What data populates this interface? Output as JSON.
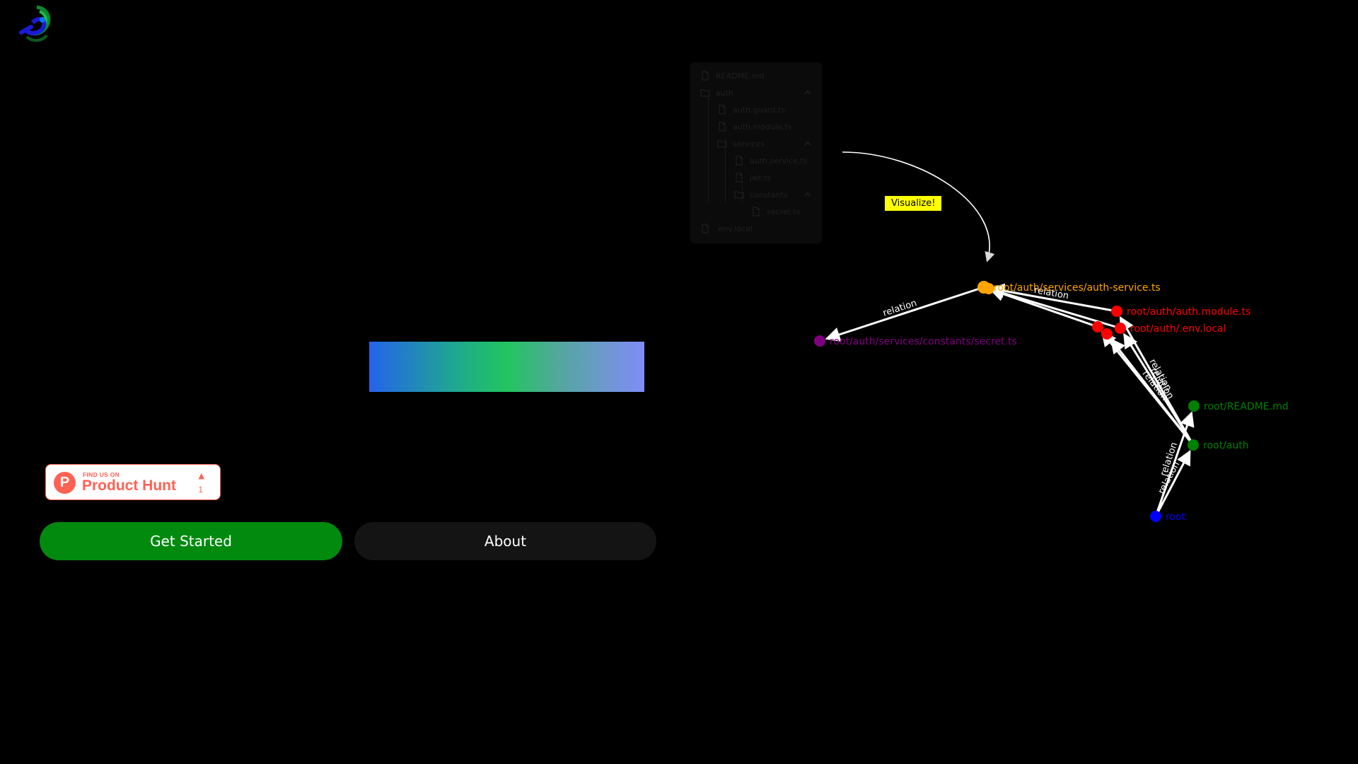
{
  "header": {
    "logo_icon": "swirl-logo-icon"
  },
  "hero": {
    "gradient_colors": [
      "#2563eb",
      "#22c55e",
      "#818cf8"
    ]
  },
  "product_hunt": {
    "find_label": "FIND US ON",
    "name": "Product Hunt",
    "letter": "P",
    "upvote_icon": "triangle-up-icon",
    "upvotes": "1",
    "accent_color": "#ff6154"
  },
  "actions": {
    "get_started_label": "Get Started",
    "about_label": "About",
    "primary_color": "#028a0f",
    "secondary_color": "#141414"
  },
  "file_tree": {
    "items": [
      {
        "label": "README.md",
        "type": "file",
        "depth": 0
      },
      {
        "label": "auth",
        "type": "folder",
        "depth": 0,
        "expanded": true
      },
      {
        "label": "auth.guard.ts",
        "type": "file",
        "depth": 1
      },
      {
        "label": "auth.module.ts",
        "type": "file",
        "depth": 1
      },
      {
        "label": "services",
        "type": "folder",
        "depth": 1,
        "expanded": true
      },
      {
        "label": "auth.service.ts",
        "type": "file",
        "depth": 2
      },
      {
        "label": "jwt.ts",
        "type": "file",
        "depth": 2
      },
      {
        "label": "constants",
        "type": "folder",
        "depth": 2,
        "expanded": true
      },
      {
        "label": "secret.ts",
        "type": "file",
        "depth": 3
      },
      {
        "label": ".env.local",
        "type": "file",
        "depth": 0
      }
    ]
  },
  "graph": {
    "cta_label": "Visualize!",
    "cta_color": "#ffff00",
    "edge_label": "relation",
    "nodes": [
      {
        "id": "root",
        "label": "root",
        "color": "#0000ff"
      },
      {
        "id": "auth",
        "label": "root/auth",
        "color": "#008000"
      },
      {
        "id": "readme",
        "label": "root/README.md",
        "color": "#008000"
      },
      {
        "id": "module",
        "label": "root/auth/auth.module.ts",
        "color": "#ff0000"
      },
      {
        "id": "env",
        "label": "root/auth/.env.local",
        "color": "#ff0000"
      },
      {
        "id": "guard",
        "label": "",
        "color": "#ff0000"
      },
      {
        "id": "jwt",
        "label": "",
        "color": "#ff0000"
      },
      {
        "id": "service",
        "label": "root/auth/services/auth-service.ts",
        "color": "#ffa500"
      },
      {
        "id": "secret",
        "label": "root/auth/services/constants/secret.ts",
        "color": "#800080"
      }
    ]
  }
}
